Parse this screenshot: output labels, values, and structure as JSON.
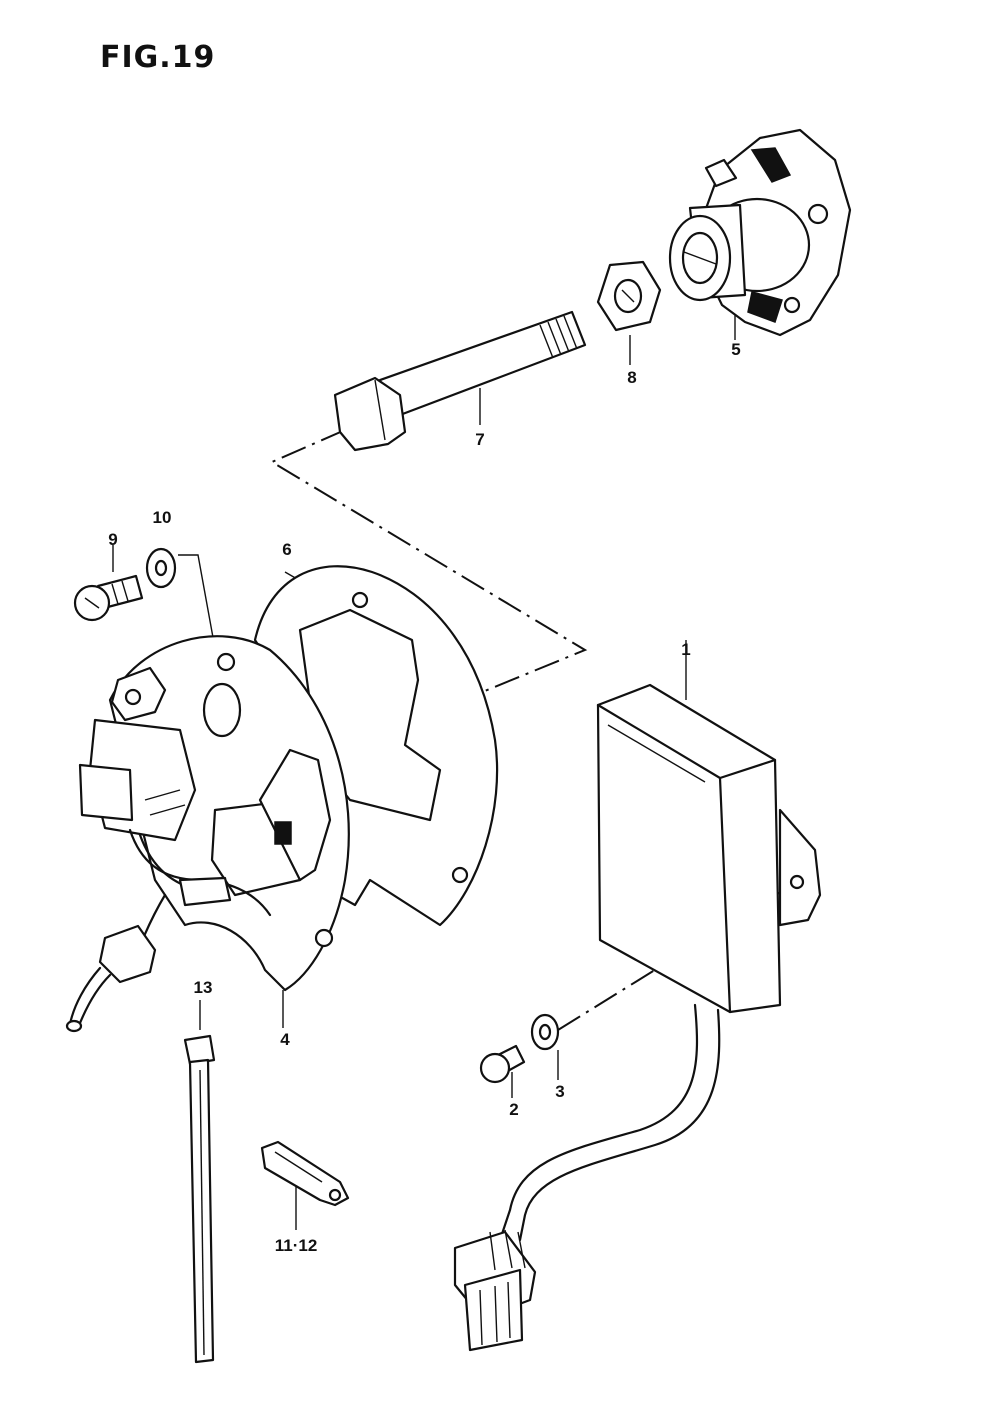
{
  "figure": {
    "title": "FIG.19"
  },
  "callouts": {
    "p1": "1",
    "p2": "2",
    "p3": "3",
    "p4": "4",
    "p5": "5",
    "p6": "6",
    "p7": "7",
    "p8": "8",
    "p9": "9",
    "p10": "10",
    "p11_12": "11·12",
    "p13": "13"
  }
}
